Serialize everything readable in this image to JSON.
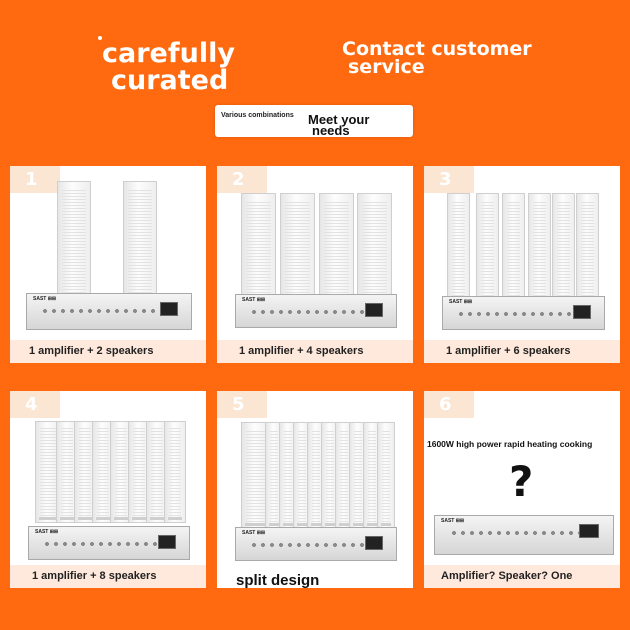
{
  "header": {
    "left_line1": "carefully",
    "left_line2": "curated",
    "right_line1": "Contact customer",
    "right_line2": "service"
  },
  "tagline": {
    "small": "Various combinations",
    "big_line1": "Meet your",
    "big_line2": "needs"
  },
  "amp_label": "SAST ⊞⊞",
  "panels": [
    {
      "number": "1",
      "caption": "1 amplifier + 2 speakers"
    },
    {
      "number": "2",
      "caption": "1 amplifier + 4 speakers"
    },
    {
      "number": "3",
      "caption": "1 amplifier + 6 speakers"
    },
    {
      "number": "4",
      "caption": "1 amplifier + 8 speakers"
    },
    {
      "number": "5",
      "caption": "split design"
    },
    {
      "number": "6",
      "caption": "Amplifier? Speaker? One",
      "headline": "1600W high power rapid heating cooking",
      "mark": "?"
    }
  ],
  "colors": {
    "background": "#ff6a10",
    "badge": "#fbe5d3",
    "caption_bg": "#ffe9dc"
  }
}
